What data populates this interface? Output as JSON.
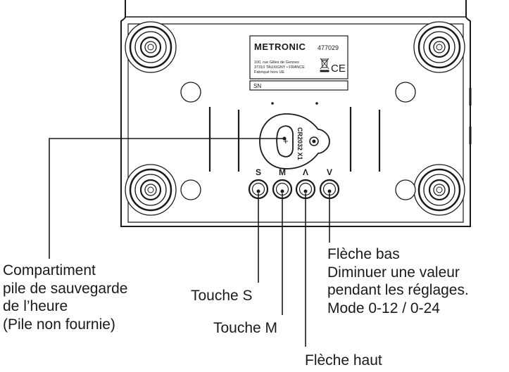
{
  "label_plate": {
    "brand": "METRONIC",
    "model": "477029",
    "address_lines": [
      "100, rue Gilles de Gennes",
      "37310 TAUXIGNY • FRANCE",
      "Fabriqué hors UE"
    ],
    "ce_mark": "CE",
    "weee_icon": "crossed-bin-icon",
    "serial_label": "SN"
  },
  "battery": {
    "text": "CR2032 X1",
    "polarity": "+"
  },
  "buttons": [
    {
      "id": "s",
      "letter": "S"
    },
    {
      "id": "m",
      "letter": "M"
    },
    {
      "id": "up",
      "letter": "Λ"
    },
    {
      "id": "down",
      "letter": "V"
    }
  ],
  "callouts": {
    "battery": [
      "Compartiment",
      "pile de sauvegarde",
      "de l’heure",
      "(Pile non fournie)"
    ],
    "touche_s": "Touche S",
    "touche_m": "Touche M",
    "fleche_haut": "Flèche haut",
    "fleche_bas": [
      "Flèche bas",
      "Diminuer une valeur",
      "pendant les réglages.",
      "Mode 0-12 / 0-24"
    ]
  },
  "colors": {
    "line": "#1a1a1a",
    "background": "#ffffff"
  }
}
